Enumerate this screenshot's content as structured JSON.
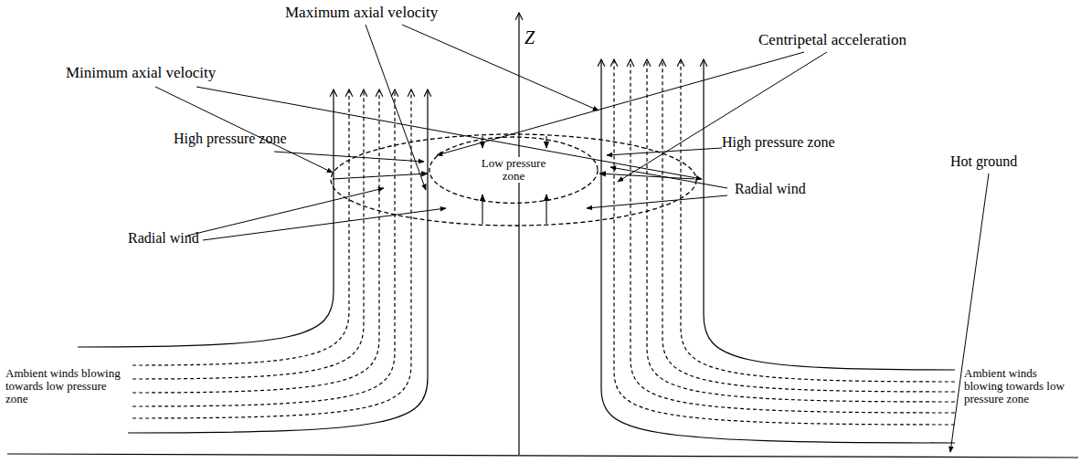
{
  "diagram": {
    "nodes": [
      {
        "text": [
          "Low pressure zone"
        ]
      }
    ],
    "labels": [
      "Maximum axial velocity",
      "Centripetal acceleration",
      "Minimum axial velocity",
      "High pressure zone",
      "High pressure zone",
      "Radial wind",
      "Radial wind",
      "Hot ground",
      "Ambient winds blowing towards low pressure zone",
      "Ambient winds blowing towards low pressure zone",
      "Z"
    ]
  }
}
